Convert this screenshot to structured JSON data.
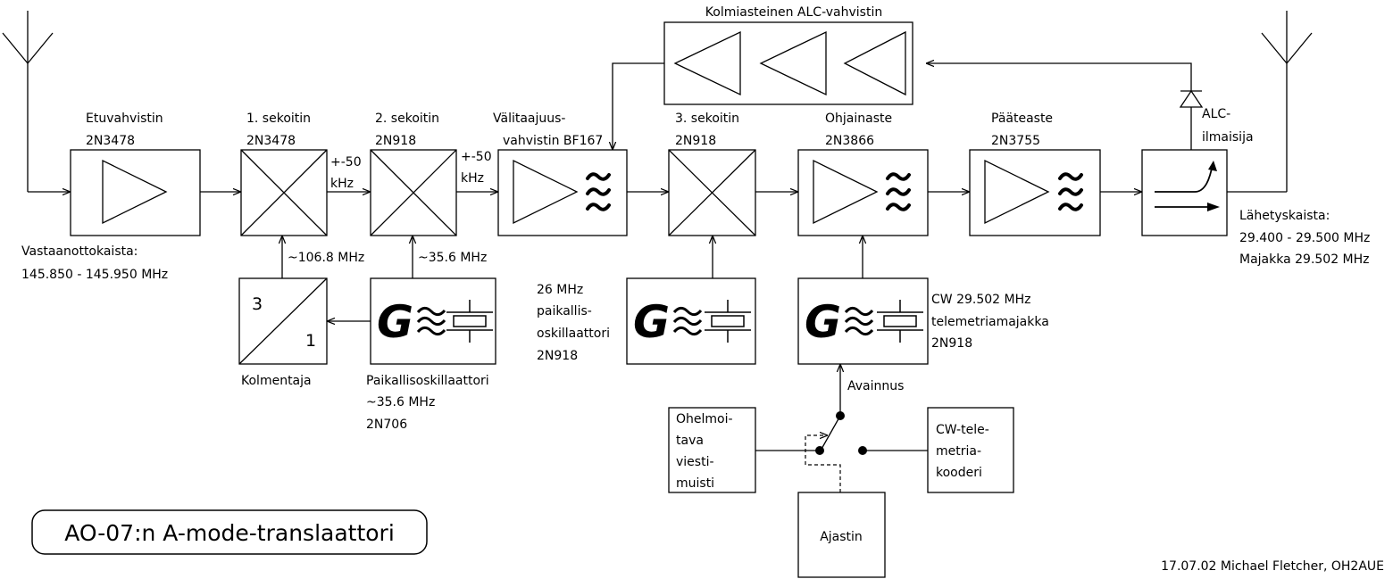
{
  "title": "AO-07:n A-mode-translaattori",
  "credit": "17.07.02 Michael Fletcher, OH2AUE",
  "alc_amplifier": {
    "label": "Kolmiasteinen ALC-vahvistin"
  },
  "rx_band": {
    "line1": "Vastaanottokaista:",
    "line2": "145.850 - 145.950 MHz"
  },
  "tx_band": {
    "line1": "Lähetyskaista:",
    "line2": "29.400 - 29.500 MHz",
    "line3": "Majakka 29.502 MHz"
  },
  "preamp": {
    "line1": "Etuvahvistin",
    "line2": "2N3478"
  },
  "mixer1": {
    "line1": "1. sekoitin",
    "line2": "2N3478"
  },
  "mixer2": {
    "line1": "2. sekoitin",
    "line2": "2N918"
  },
  "if_amp": {
    "line1": "Välitaajuus-",
    "line2": "vahvistin BF167"
  },
  "mixer3": {
    "line1": "3. sekoitin",
    "line2": "2N918"
  },
  "driver": {
    "line1": "Ohjainaste",
    "line2": "2N3866"
  },
  "final": {
    "line1": "Pääteaste",
    "line2": "2N3755"
  },
  "alc_detector": {
    "line1": "ALC-",
    "line2": "ilmaisija"
  },
  "offset_a": {
    "line1": "+-50",
    "line2": "kHz"
  },
  "offset_b": {
    "line1": "+-50",
    "line2": "kHz"
  },
  "freq_106": "~106.8 MHz",
  "freq_35": "~35.6 MHz",
  "tripler": {
    "label": "Kolmentaja",
    "num_in": "3",
    "num_out": "1"
  },
  "lo1": {
    "line1": "Paikallisoskillaattori",
    "line2": "~35.6 MHz",
    "line3": "2N706"
  },
  "lo2": {
    "line1": "26 MHz",
    "line2": "paikallis-",
    "line3": "oskillaattori",
    "line4": "2N918"
  },
  "beacon": {
    "line1": "CW 29.502 MHz",
    "line2": "telemetriamajakka",
    "line3": "2N918"
  },
  "keying": "Avainnus",
  "memory": {
    "line1": "Ohelmoi-",
    "line2": "tava",
    "line3": "viesti-",
    "line4": "muisti"
  },
  "encoder": {
    "line1": "CW-tele-",
    "line2": "metria-",
    "line3": "kooderi"
  },
  "timer": "Ajastin",
  "osc_glyph": "G",
  "icons": [
    "antenna-icon",
    "amplifier-icon",
    "mixer-icon",
    "filter-icon",
    "oscillator-icon",
    "crystal-icon",
    "directional-coupler-icon",
    "diode-icon",
    "switch-icon"
  ]
}
